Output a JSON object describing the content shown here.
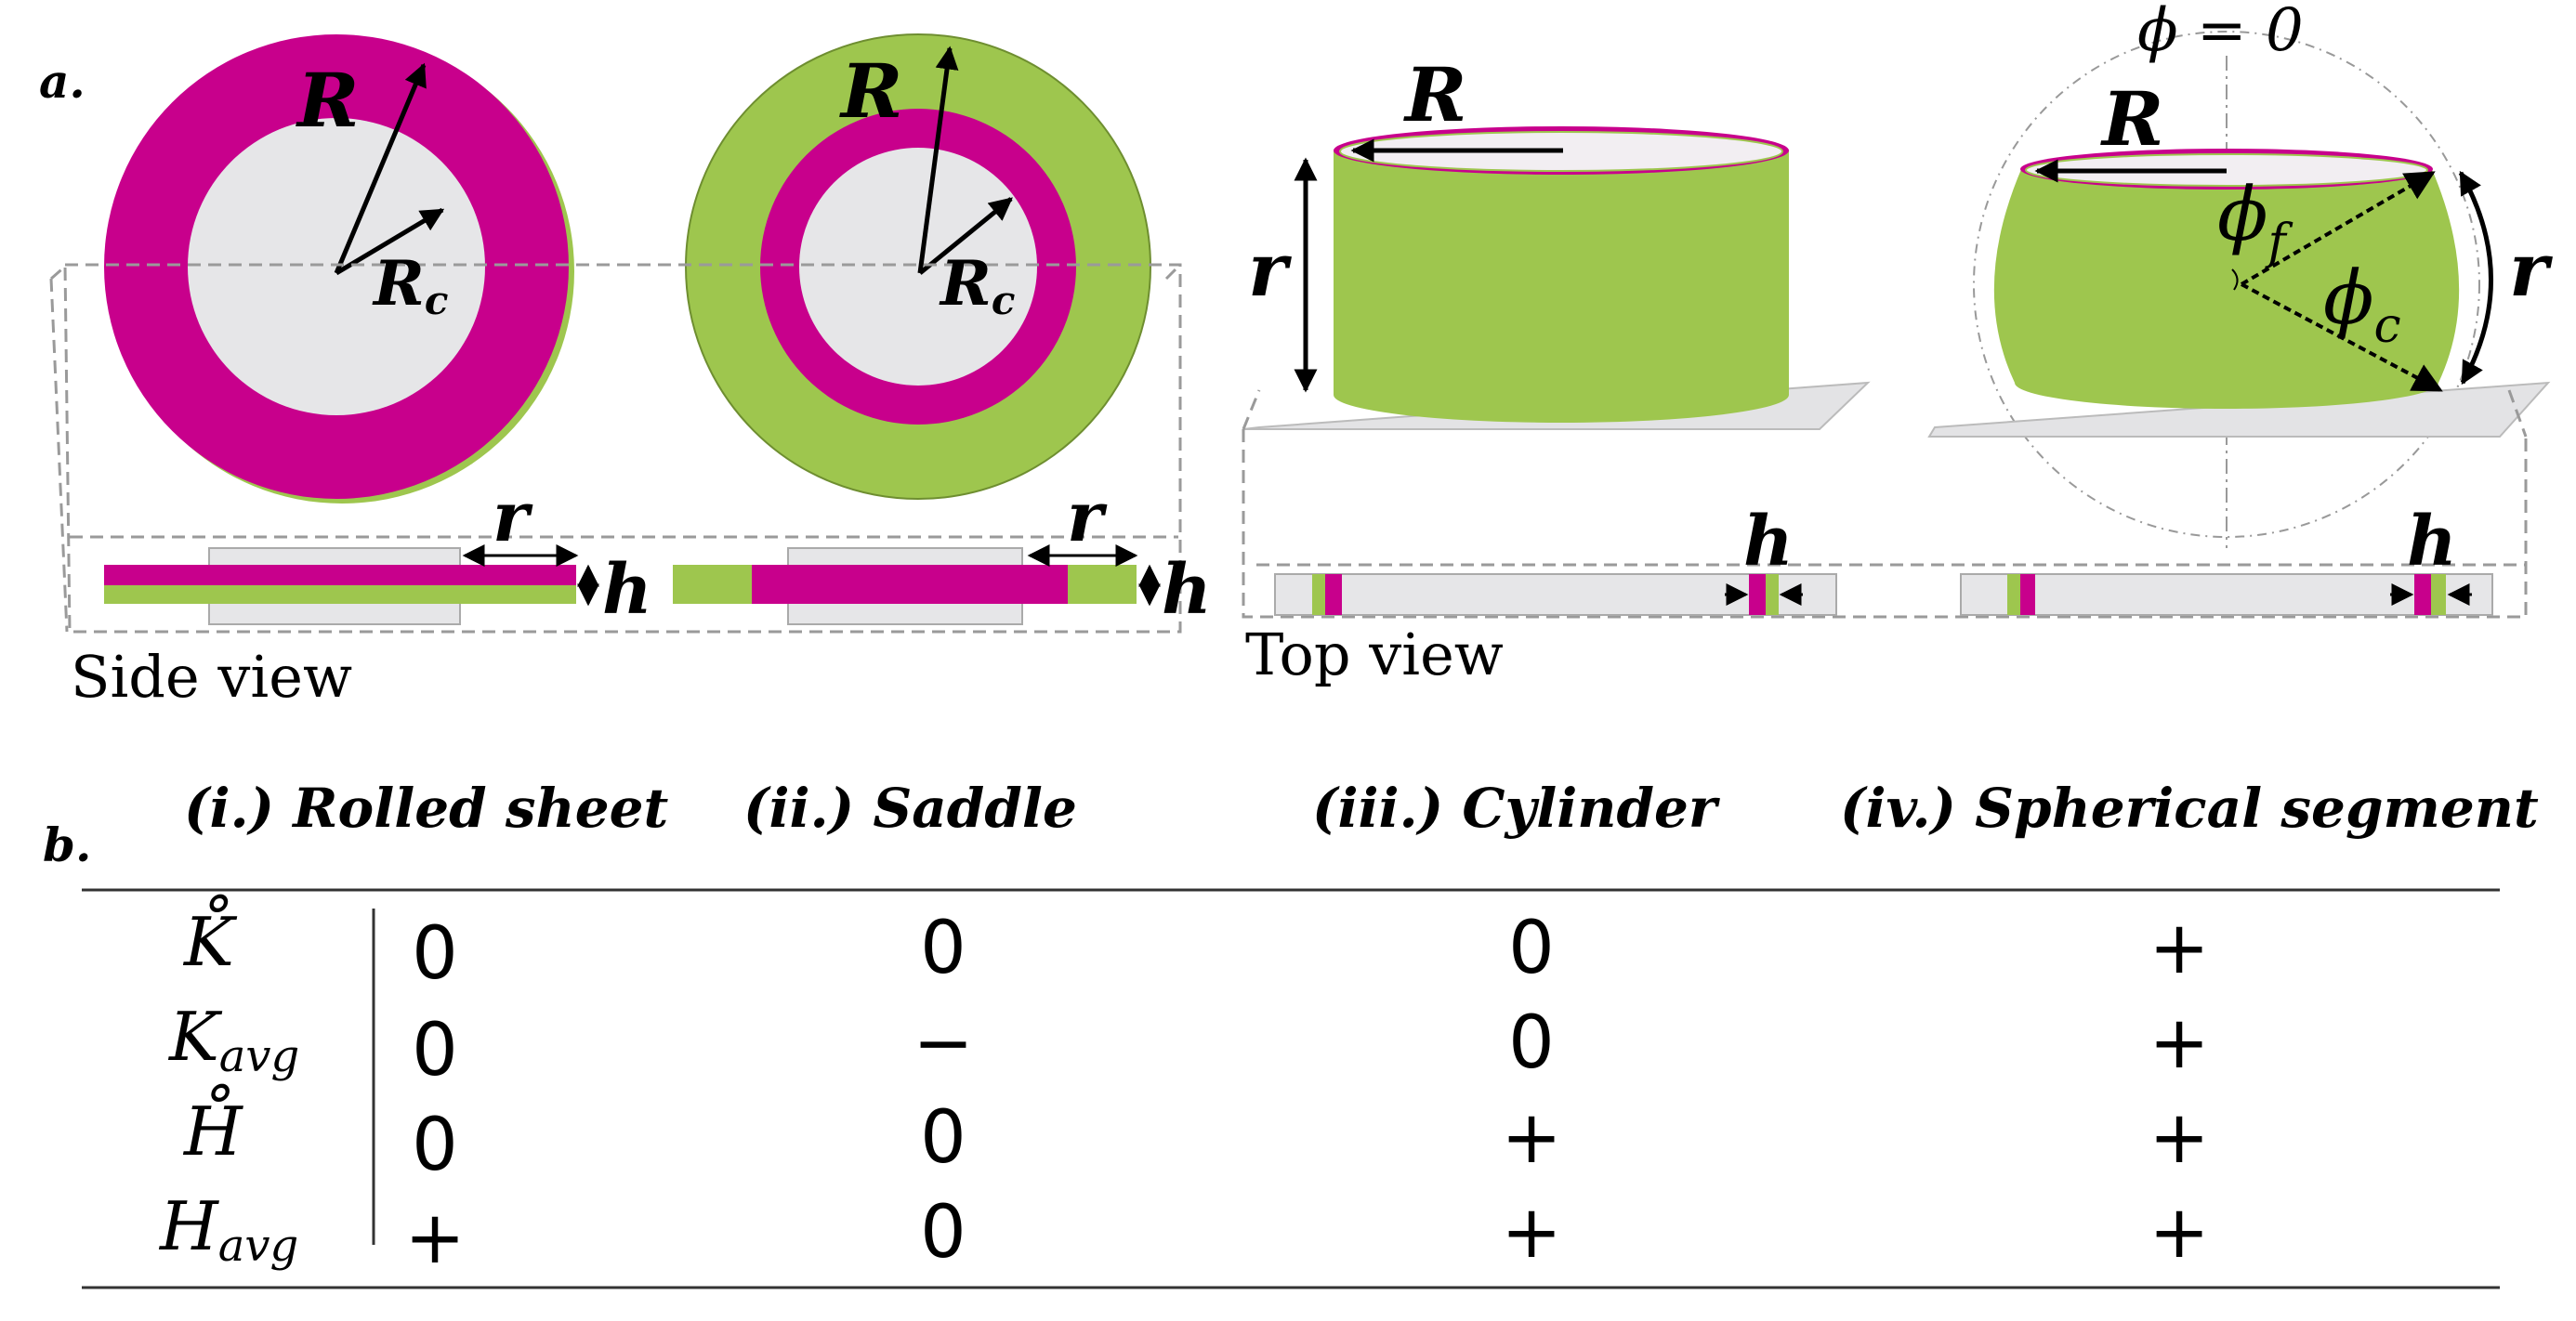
{
  "panel_a_label": "a.",
  "panel_b_label": "b.",
  "side_view_label": "Side view",
  "top_view_label": "Top view",
  "symbols": {
    "R": "R",
    "Rc": "R",
    "Rc_sub": "c",
    "r": "r",
    "h": "h",
    "phi_zero": "ϕ = 0",
    "phi_f": "ϕ",
    "phi_f_sub": "f",
    "phi_c": "ϕ",
    "phi_c_sub": "c"
  },
  "colors": {
    "magenta": "#c8008c",
    "green": "#9ec64e",
    "light_gray": "#e6e6e8",
    "dash_gray": "#9a9a9a"
  },
  "table": {
    "columns": [
      "(i.) Rolled sheet",
      "(ii.) Saddle",
      "(iii.) Cylinder",
      "(iv.) Spherical segment"
    ],
    "rows": [
      {
        "symbol": "K̊",
        "sub": "",
        "values": [
          "0",
          "0",
          "0",
          "+"
        ]
      },
      {
        "symbol": "K",
        "sub": "avg",
        "values": [
          "0",
          "−",
          "0",
          "+"
        ]
      },
      {
        "symbol": "H̊",
        "sub": "",
        "values": [
          "0",
          "0",
          "+",
          "+"
        ]
      },
      {
        "symbol": "H",
        "sub": "avg",
        "values": [
          "+",
          "0",
          "+",
          "+"
        ]
      }
    ]
  }
}
